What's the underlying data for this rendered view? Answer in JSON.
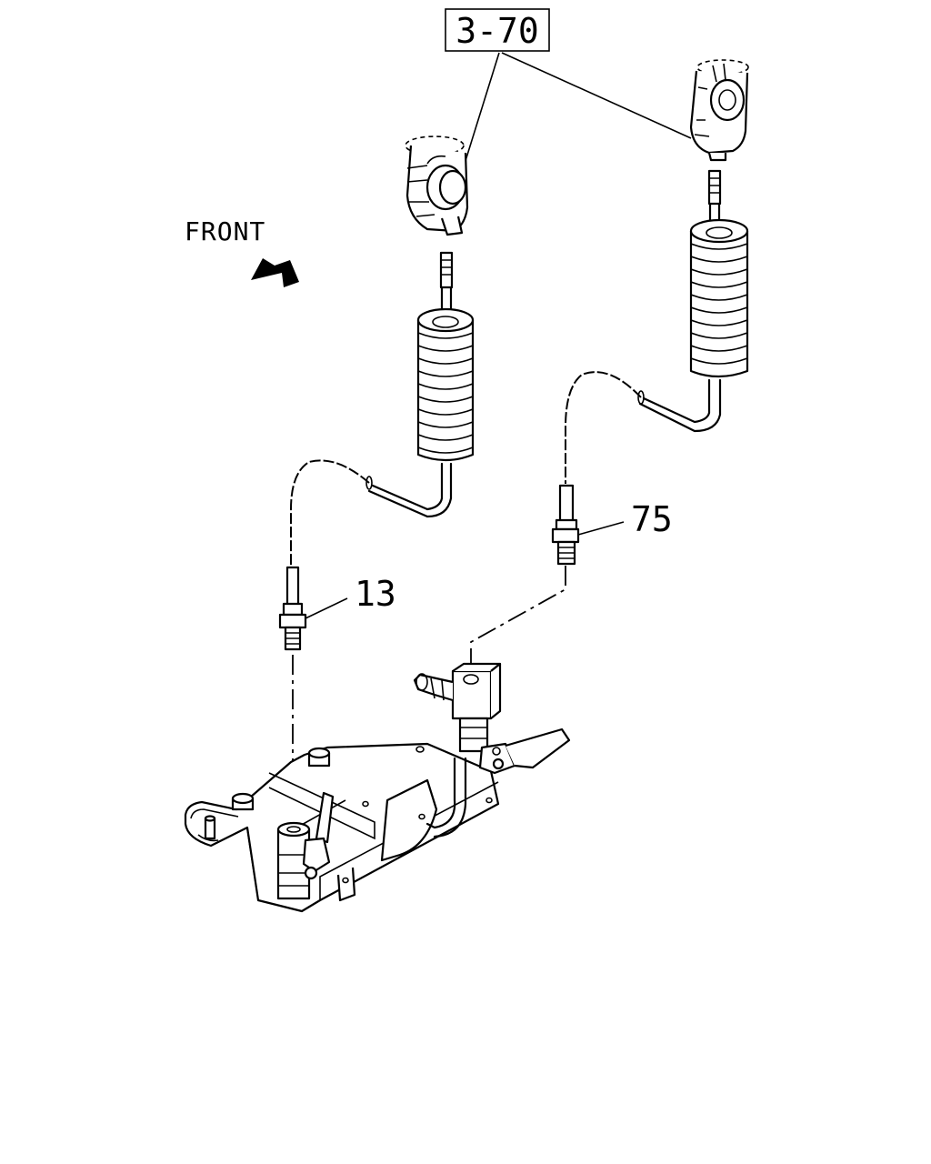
{
  "labels": {
    "ref_box": "3-70",
    "front": "FRONT",
    "callout_left": "13",
    "callout_right": "75"
  },
  "icons": {
    "direction": "front-arrow-icon",
    "coupler": "gladhand-coupler-icon",
    "coil": "coiled-air-hose-icon",
    "fitting": "hose-fitting-icon",
    "valve": "shutoff-valve-icon",
    "bracket": "mounting-bracket-icon"
  }
}
